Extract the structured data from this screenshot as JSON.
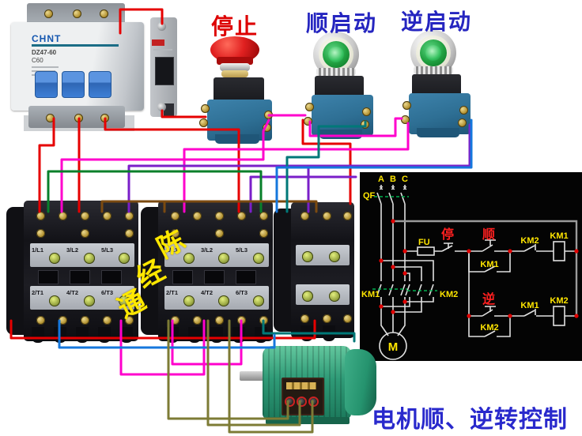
{
  "annotations": {
    "stop_label": "停止",
    "forward_label": "顺启动",
    "reverse_label": "逆启动",
    "caption": "电机顺、逆转控制",
    "watermark": {
      "char1": "陈",
      "char2": "经",
      "char3": "通"
    }
  },
  "breaker": {
    "brand": "CHNT",
    "model": "DZ47-60",
    "spec": "C60"
  },
  "contactor": {
    "t1": "1/L1",
    "t2": "3/L2",
    "t3": "5/L3",
    "b1": "2/T1",
    "b2": "4/T2",
    "b3": "6/T3"
  },
  "schematic": {
    "phase_a": "A",
    "phase_b": "B",
    "phase_c": "C",
    "qf": "QF",
    "fu": "FU",
    "stop": "停",
    "forward": "顺",
    "reverse": "逆",
    "km1": "KM1",
    "km2": "KM2",
    "motor": "M"
  },
  "palette": {
    "wire_red": "#e60000",
    "wire_magenta": "#ff00cc",
    "wire_purple": "#7a1fc9",
    "wire_green": "#087f2a",
    "wire_brown": "#7b4a10",
    "wire_teal": "#007878",
    "wire_blue": "#1577dd",
    "wire_olive": "#7d7b35",
    "label_red": "#dd0000",
    "label_blue": "#2525c0",
    "schematic_yellow": "#ffe600",
    "schematic_red": "#ff2020",
    "caption_blue": "#2929cc"
  }
}
